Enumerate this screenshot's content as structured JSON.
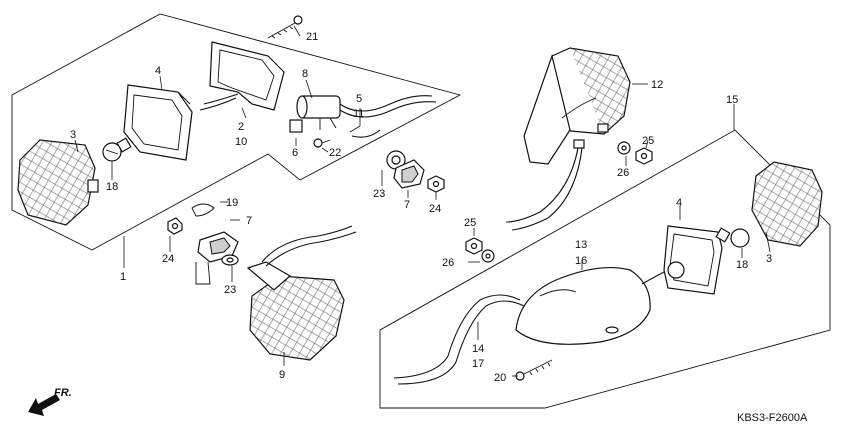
{
  "diagram_code": "KBS3-F2600A",
  "direction": "FR.",
  "callouts": {
    "p1": "1",
    "p2": "2",
    "p3a": "3",
    "p3b": "3",
    "p4a": "4",
    "p4b": "4",
    "p5": "5",
    "p6": "6",
    "p7a": "7",
    "p7b": "7",
    "p8": "8",
    "p9": "9",
    "p10": "10",
    "p11": "11",
    "p12": "12",
    "p13": "13",
    "p14": "14",
    "p15": "15",
    "p16": "16",
    "p17": "17",
    "p18a": "18",
    "p18b": "18",
    "p19": "19",
    "p20": "20",
    "p21": "21",
    "p22": "22",
    "p23a": "23",
    "p23b": "23",
    "p24a": "24",
    "p24b": "24",
    "p25a": "25",
    "p25b": "25",
    "p26a": "26",
    "p26b": "26"
  }
}
